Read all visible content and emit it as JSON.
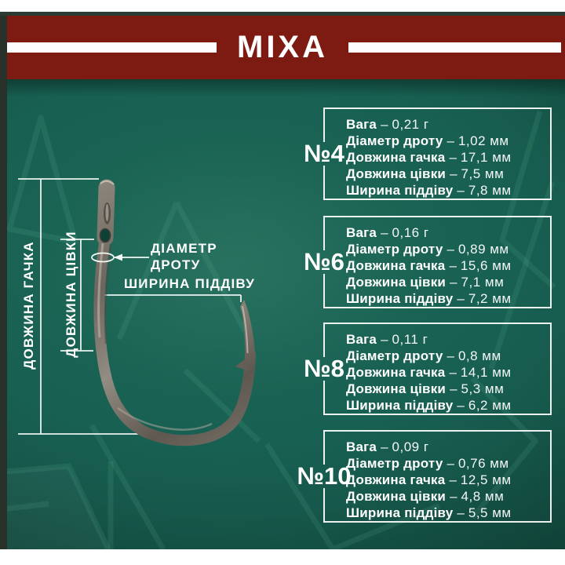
{
  "sep": "–",
  "header": {
    "brand": "MIXA"
  },
  "diagram": {
    "hook_length_label": "ДОВЖИНА ГАЧКА",
    "shank_length_label": "ДОВЖИНА ЦІВКИ",
    "wire_diameter_line1": "ДІАМЕТР",
    "wire_diameter_line2": "ДРОТУ",
    "gap_width_label": "ШИРИНА ПІДДІВУ"
  },
  "colors": {
    "band_red": "#7d1b13",
    "teal_background": "#186052",
    "line_white": "#f2f7f4",
    "left_strip": "#273029"
  },
  "sizes": [
    {
      "number": "№4",
      "specs": [
        {
          "label": "Вага",
          "value": "0,21 г"
        },
        {
          "label": "Діаметр дроту",
          "value": "1,02 мм"
        },
        {
          "label": "Довжина гачка",
          "value": "17,1 мм"
        },
        {
          "label": "Довжина цівки",
          "value": "7,5 мм"
        },
        {
          "label": "Ширина піддіву",
          "value": "7,8 мм"
        }
      ]
    },
    {
      "number": "№6",
      "specs": [
        {
          "label": "Вага",
          "value": "0,16 г"
        },
        {
          "label": "Діаметр дроту",
          "value": "0,89 мм"
        },
        {
          "label": "Довжина гачка",
          "value": "15,6 мм"
        },
        {
          "label": "Довжина цівки",
          "value": "7,1 мм"
        },
        {
          "label": "Ширина піддіву",
          "value": "7,2 мм"
        }
      ]
    },
    {
      "number": "№8",
      "specs": [
        {
          "label": "Вага",
          "value": "0,11 г"
        },
        {
          "label": "Діаметр дроту",
          "value": "0,8 мм"
        },
        {
          "label": "Довжина гачка",
          "value": "14,1 мм"
        },
        {
          "label": "Довжина цівки",
          "value": "5,3 мм"
        },
        {
          "label": "Ширина піддіву",
          "value": "6,2 мм"
        }
      ]
    },
    {
      "number": "№10",
      "specs": [
        {
          "label": "Вага",
          "value": "0,09 г"
        },
        {
          "label": "Діаметр дроту",
          "value": "0,76 мм"
        },
        {
          "label": "Довжина гачка",
          "value": "12,5 мм"
        },
        {
          "label": "Довжина цівки",
          "value": "4,8 мм"
        },
        {
          "label": "Ширина піддіву",
          "value": "5,5 мм"
        }
      ]
    }
  ]
}
